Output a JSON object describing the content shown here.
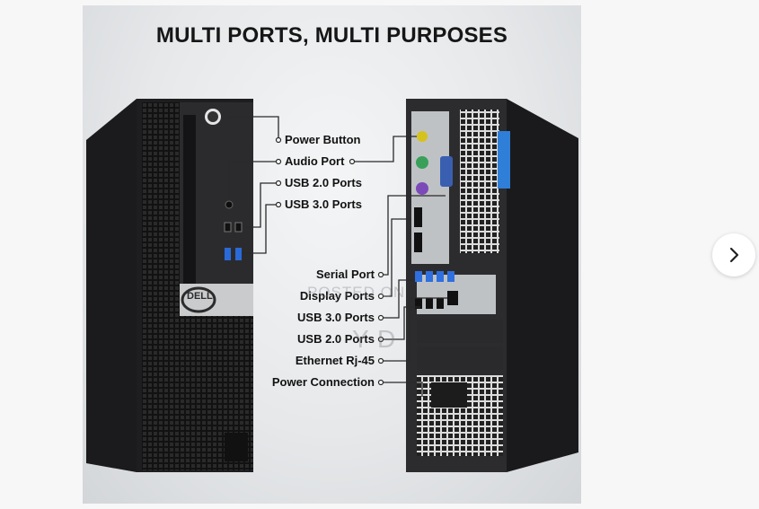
{
  "image": {
    "headline": "MULTI PORTS, MULTI PURPOSES",
    "left_callouts": [
      "Power Button",
      "Audio Port",
      "USB 2.0 Ports",
      "USB 3.0 Ports"
    ],
    "right_callouts": [
      "Serial Port",
      "Display Ports",
      "USB 3.0 Ports",
      "USB 2.0 Ports",
      "Ethernet Rj-45",
      "Power Connection"
    ],
    "brand_logo_text": "DELL",
    "watermark_lines": [
      "POSTED ON",
      "Y D"
    ]
  },
  "carousel": {
    "next_icon": "chevron-right-icon"
  }
}
